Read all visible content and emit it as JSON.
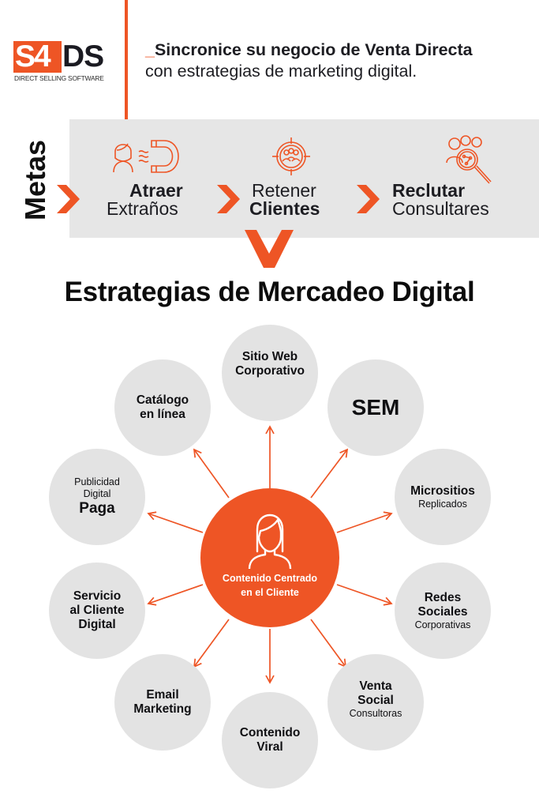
{
  "header": {
    "logo": {
      "mark_left": "S4",
      "mark_right": "DS",
      "tagline": "DIRECT SELLING SOFTWARE"
    },
    "headline_prefix": "_",
    "headline_line1": "Sincronice su negocio de Venta Directa",
    "headline_line2": "con estrategias de marketing digital."
  },
  "goals": {
    "label": "Metas",
    "items": [
      {
        "line1": "Atraer",
        "line2": "Extraños",
        "bold_line": 1,
        "icon": "attract-magnet-icon"
      },
      {
        "line1": "Retener",
        "line2": "Clientes",
        "bold_line": 2,
        "icon": "retain-target-group-icon"
      },
      {
        "line1": "Reclutar",
        "line2": "Consultares",
        "bold_line": 1,
        "icon": "recruit-search-people-icon"
      }
    ]
  },
  "strategies": {
    "title": "Estrategias de Mercadeo Digital",
    "center": {
      "line1": "Contenido Centrado",
      "line2": "en el Cliente",
      "icon": "user-woman-icon"
    },
    "nodes": [
      {
        "id": "sitio-web",
        "lines": [
          "Sitio Web",
          "Corporativo"
        ]
      },
      {
        "id": "sem",
        "lines": [
          "SEM"
        ]
      },
      {
        "id": "micrositios",
        "lines": [
          "Micrositios",
          "Replicados"
        ]
      },
      {
        "id": "redes-sociales",
        "lines": [
          "Redes",
          "Sociales",
          "Corporativas"
        ]
      },
      {
        "id": "venta-social",
        "lines": [
          "Venta",
          "Social",
          "Consultoras"
        ]
      },
      {
        "id": "contenido-viral",
        "lines": [
          "Contenido",
          "Viral"
        ]
      },
      {
        "id": "email-marketing",
        "lines": [
          "Email",
          "Marketing"
        ]
      },
      {
        "id": "servicio-cliente",
        "lines": [
          "Servicio",
          "al Cliente",
          "Digital"
        ]
      },
      {
        "id": "publicidad-digital",
        "lines": [
          "Publicidad",
          "Digital",
          "Paga"
        ]
      },
      {
        "id": "catalogo",
        "lines": [
          "Catálogo",
          "en línea"
        ]
      }
    ]
  },
  "colors": {
    "accent": "#ee5525",
    "band": "#e6e6e6",
    "node": "#e3e3e3",
    "text": "#1b1b1f"
  }
}
